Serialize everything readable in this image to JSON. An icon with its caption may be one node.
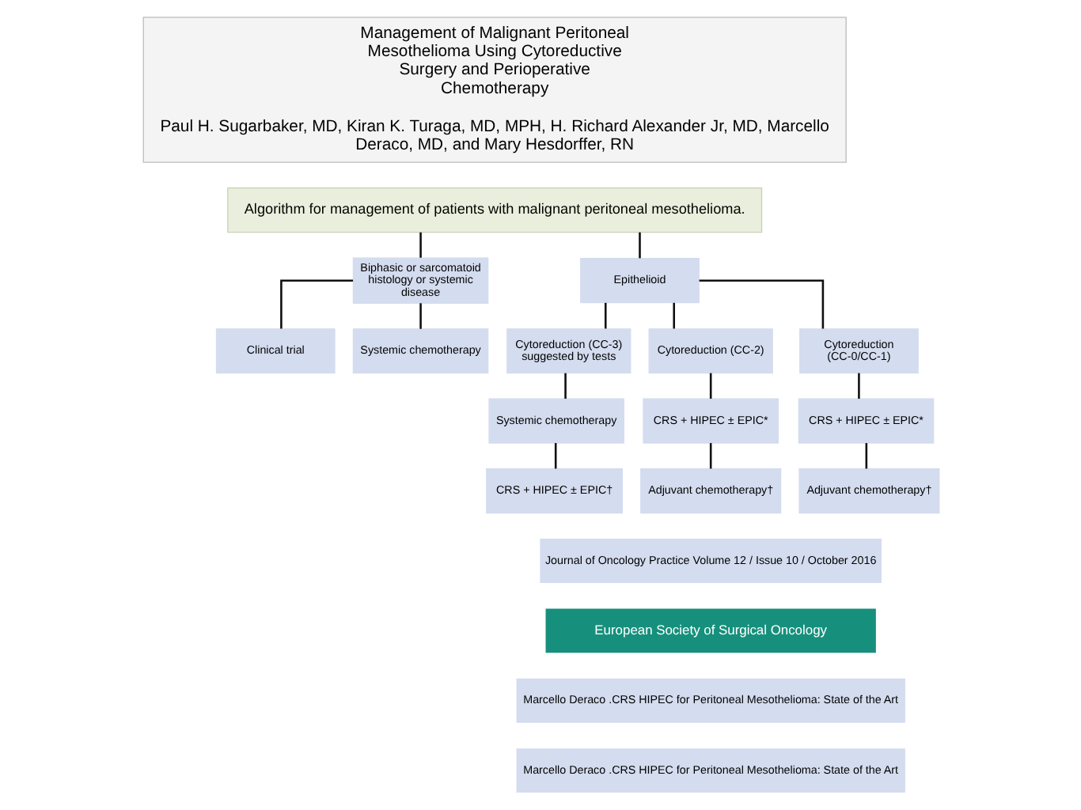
{
  "diagram": {
    "nodes": [
      {
        "text": [
          "Management of Malignant Peritoneal Mesothelioma Using Cytoreductive Surgery and Perioperative Chemotherapy",
          "Paul H. Sugarbaker, MD, Kiran K. Turaga, MD, MPH, H. Richard Alexander Jr, MD, Marcello Deraco, MD, and Mary Hesdorffer, RN"
        ]
      },
      {
        "text": [
          "Algorithm for management of patients with malignant peritoneal mesothelioma."
        ]
      },
      {
        "text": [
          "Biphasic or sarcomatoid histology or systemic disease"
        ]
      },
      {
        "text": [
          "Epithelioid"
        ]
      },
      {
        "text": [
          "Clinical trial"
        ]
      },
      {
        "text": [
          "Systemic chemotherapy"
        ]
      },
      {
        "text": [
          "Cytoreduction (CC-3) suggested by tests"
        ]
      },
      {
        "text": [
          "Cytoreduction (CC-2)"
        ]
      },
      {
        "text": [
          "Cytoreduction (CC-0/CC-1)"
        ]
      },
      {
        "text": [
          "Systemic chemotherapy"
        ]
      },
      {
        "text": [
          "CRS + HIPEC ± EPIC†"
        ]
      },
      {
        "text": [
          "CRS + HIPEC ± EPIC*"
        ]
      },
      {
        "text": [
          "Adjuvant chemotherapy†"
        ]
      },
      {
        "text": [
          "CRS + HIPEC ± EPIC*"
        ]
      },
      {
        "text": [
          "Adjuvant chemotherapy†"
        ]
      }
    ],
    "edges": [
      {
        "from": 1,
        "to": 2,
        "arrow": "none"
      },
      {
        "from": 1,
        "to": 3,
        "arrow": "none"
      },
      {
        "from": 2,
        "to": 4,
        "arrow": "none"
      },
      {
        "from": 2,
        "to": 5,
        "arrow": "none"
      },
      {
        "from": 3,
        "to": 6,
        "arrow": "none"
      },
      {
        "from": 3,
        "to": 7,
        "arrow": "none"
      },
      {
        "from": 3,
        "to": 8,
        "arrow": "none"
      },
      {
        "from": 6,
        "to": 9,
        "arrow": "none"
      },
      {
        "from": 9,
        "to": 10,
        "arrow": "none"
      },
      {
        "from": 7,
        "to": 11,
        "arrow": "none"
      },
      {
        "from": 11,
        "to": 12,
        "arrow": "none"
      },
      {
        "from": 8,
        "to": 13,
        "arrow": "none"
      },
      {
        "from": 13,
        "to": 14,
        "arrow": "none"
      }
    ],
    "labels": [
      "Journal of Oncology Practice Volume 12 / Issue 10 / October 2016",
      "European Society of Surgical Oncology",
      "Marcello Deraco .CRS HIPEC for Peritoneal Mesothelioma: State of the Art",
      "Marcello Deraco .CRS HIPEC for Peritoneal Mesothelioma: State of the Art"
    ]
  }
}
